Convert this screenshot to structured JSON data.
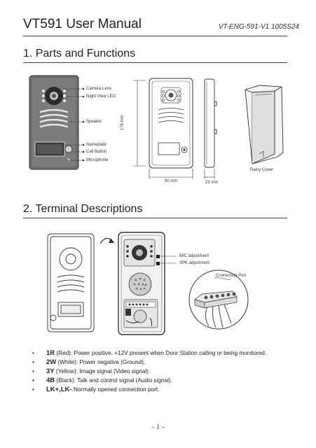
{
  "header": {
    "title": "VT591 User Manual",
    "code": "VT-ENG-591-V1 1005S24"
  },
  "section1": {
    "heading": "1. Parts and Functions",
    "callouts": [
      "Camera Lens",
      "Night View LED",
      "Speaker",
      "Nameplate",
      "Call Button",
      "Microphone"
    ],
    "dim_height": "176 mm",
    "dim_width": "90 mm",
    "dim_depth": "23 mm",
    "rainy_cover": "Rainy Cover"
  },
  "section2": {
    "heading": "2. Terminal Descriptions",
    "callouts": [
      "MIC adjustment",
      "SPK adjustment",
      "Connection Port"
    ],
    "terminals": [
      {
        "code": "1R",
        "desc": " (Red): Power positive. +12V present when Door Station calling or being monitored."
      },
      {
        "code": "2W",
        "desc": " (White): Power negative (Ground)."
      },
      {
        "code": "3Y",
        "desc": " (Yellow): Image signal (Video signal)."
      },
      {
        "code": "4B",
        "desc": " (Black): Talk and control signal (Audio signal)."
      },
      {
        "code": "LK+,LK-",
        "desc": ":Normally opened connection port."
      }
    ]
  },
  "footer": {
    "page": "- 1 -"
  },
  "bullet_glyph": "•"
}
